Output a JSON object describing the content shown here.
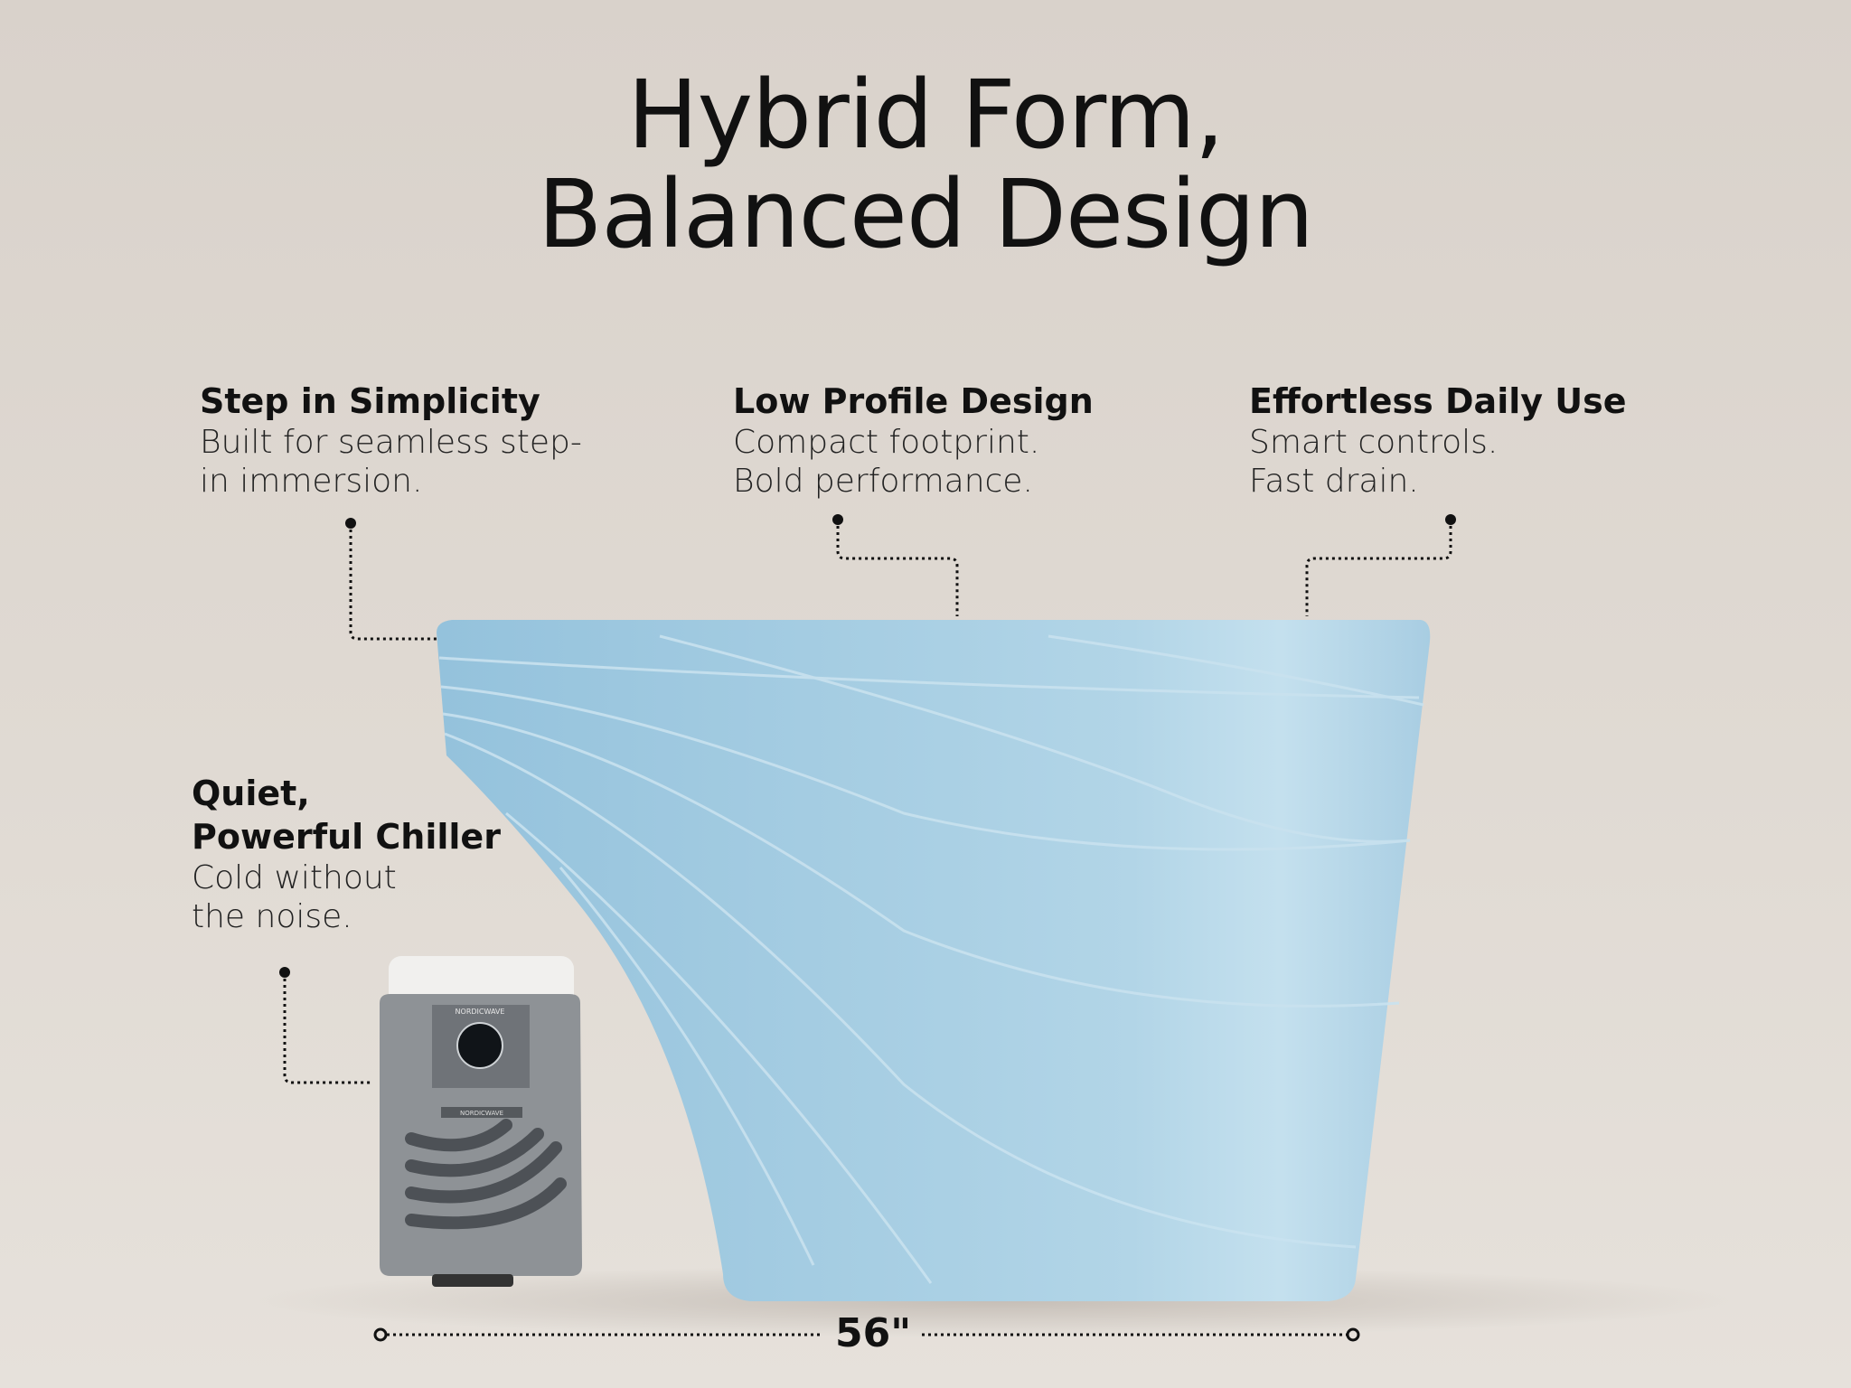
{
  "title": {
    "line1": "Hybrid Form,",
    "line2": "Balanced Design"
  },
  "callouts": [
    {
      "heading": "Step in Simplicity",
      "body1": "Built for seamless step-",
      "body2": "in immersion."
    },
    {
      "heading": "Low Profile Design",
      "body1": "Compact footprint.",
      "body2": "Bold performance."
    },
    {
      "heading": "Effortless Daily Use",
      "body1": "Smart controls.",
      "body2": "Fast drain."
    },
    {
      "heading1": "Quiet,",
      "heading2": "Powerful Chiller",
      "body1": "Cold without",
      "body2": "the noise."
    }
  ],
  "product": {
    "brand": "NORDICWAVE",
    "tub_color": "#a9cfe4",
    "chiller_color": "#8e9296"
  },
  "dimension": {
    "label": "56\""
  }
}
